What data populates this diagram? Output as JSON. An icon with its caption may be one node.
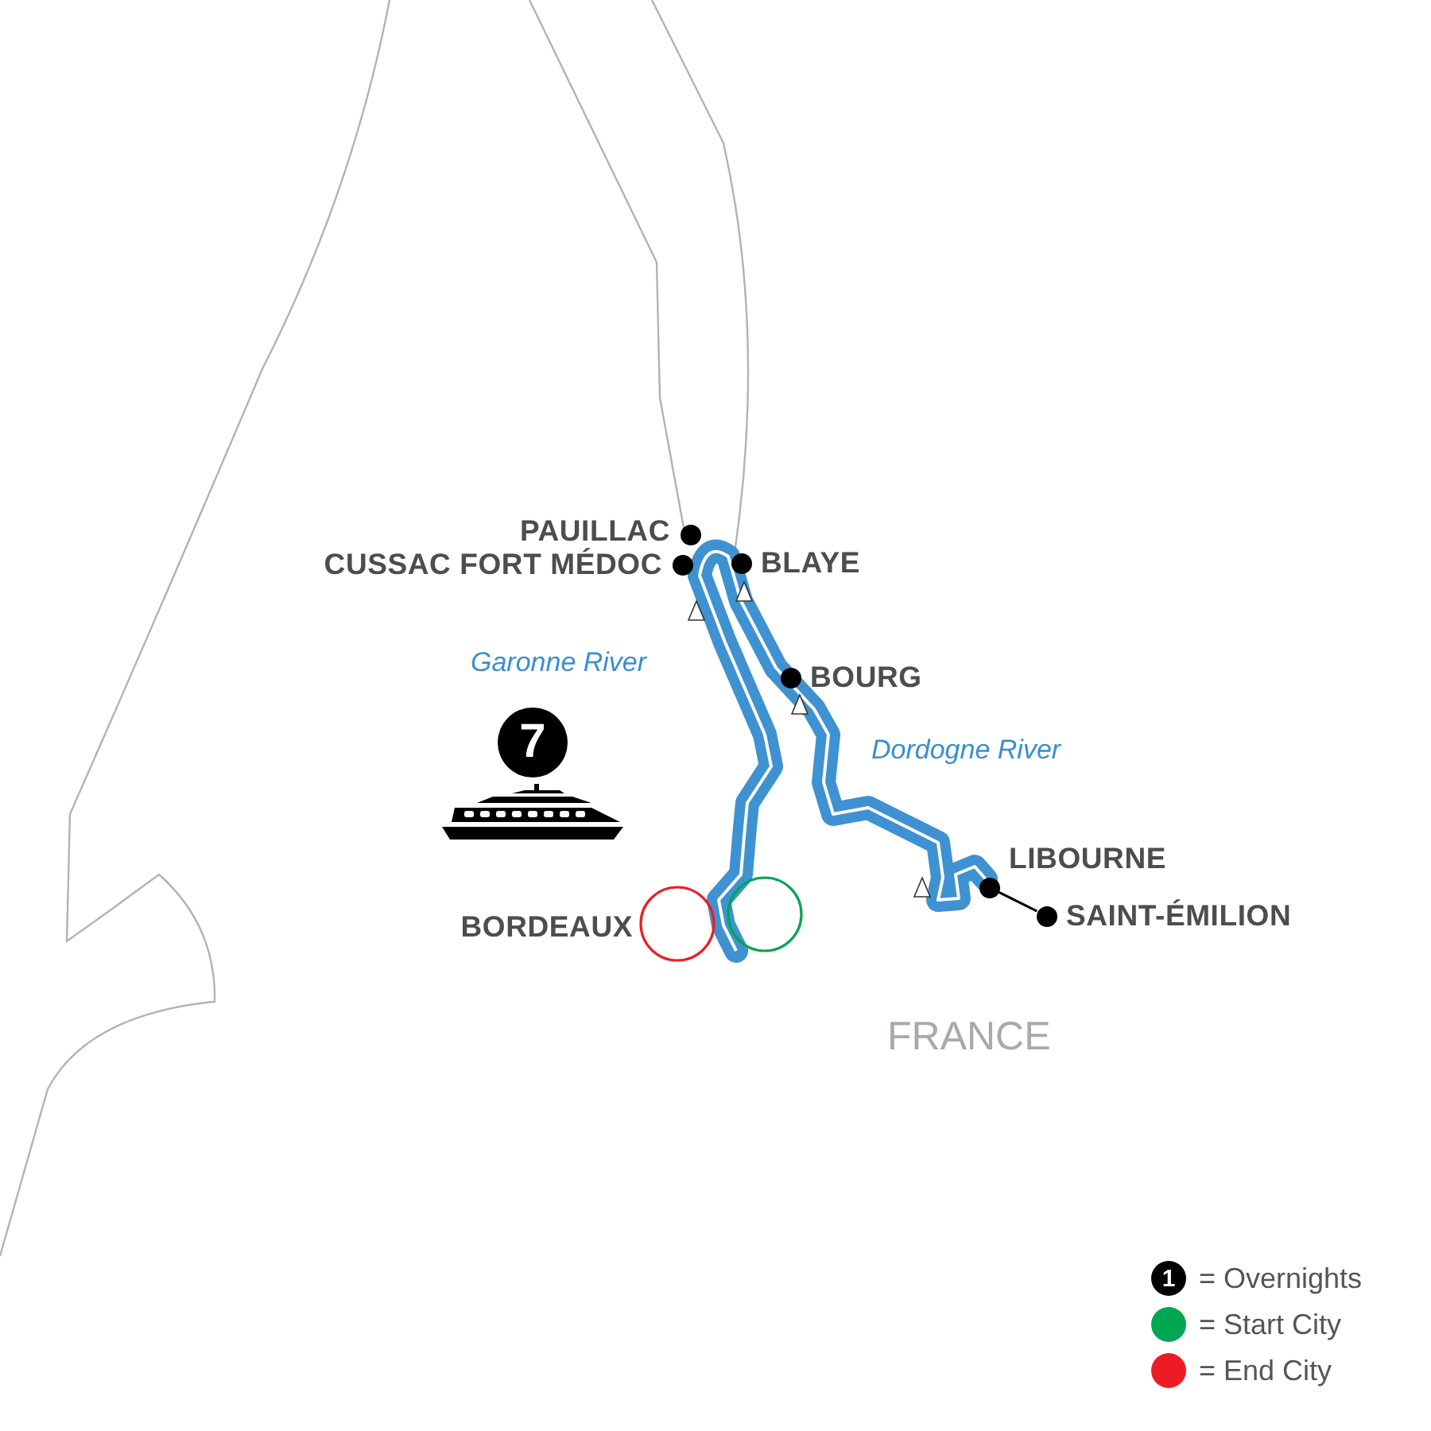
{
  "diagram": {
    "nodes": [
      {
        "text": [
          "PAUILLAC"
        ]
      },
      {
        "text": [
          "CUSSAC FORT MÉDOC"
        ]
      },
      {
        "text": [
          "BLAYE"
        ]
      },
      {
        "text": [
          "BOURG"
        ]
      },
      {
        "text": [
          "LIBOURNE"
        ]
      },
      {
        "text": [
          "SAINT-ÉMILION"
        ]
      },
      {
        "text": [
          "BORDEAUX"
        ]
      },
      {
        "text": [
          "7"
        ]
      }
    ],
    "edges": [
      {
        "from": 4,
        "to": 5,
        "arrow": "none"
      }
    ],
    "labels": [
      "Garonne River",
      "Dordogne River",
      "FRANCE",
      "1"
    ],
    "legend": [
      {
        "text": "= Overnights"
      },
      {
        "text": "= Start City",
        "color": "#00a651"
      },
      {
        "text": "= End City",
        "color": "#ed1c24"
      }
    ]
  }
}
